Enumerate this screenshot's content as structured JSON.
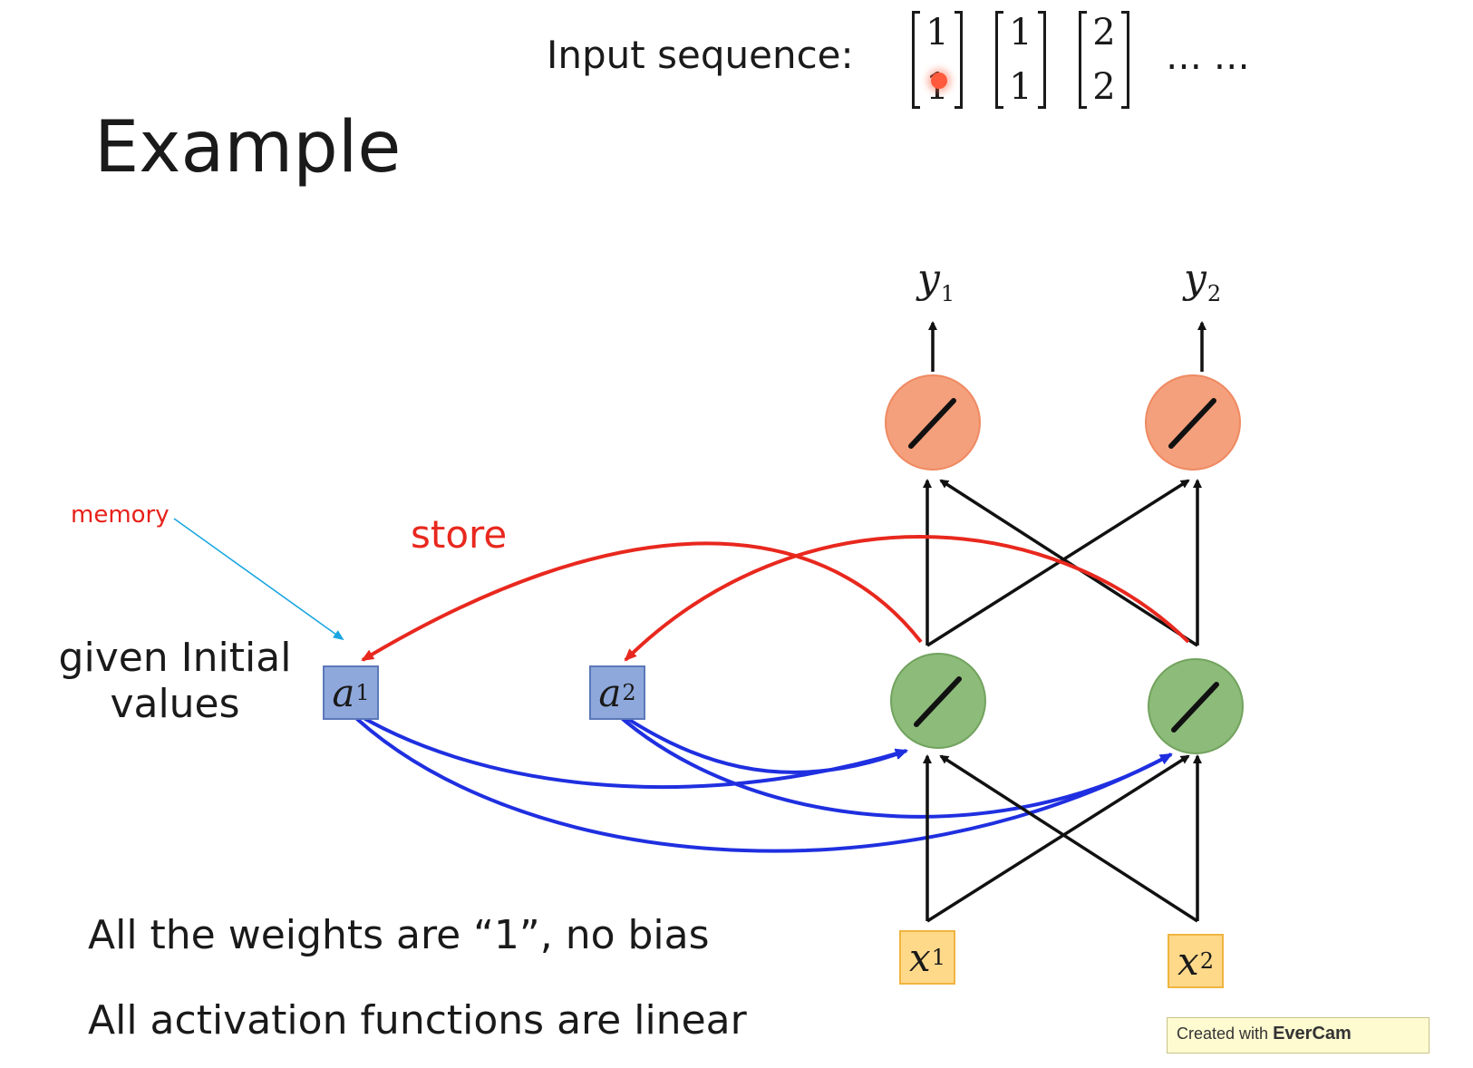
{
  "header": {
    "sequence_label": "Input sequence:",
    "vectors": [
      {
        "top": "1",
        "bottom": "1"
      },
      {
        "top": "1",
        "bottom": "1"
      },
      {
        "top": "2",
        "bottom": "2"
      }
    ],
    "ellipsis": "… …"
  },
  "title": "Example",
  "annotations": {
    "memory": "memory",
    "store": "store",
    "initial_line1": "given Initial",
    "initial_line2": "values"
  },
  "nodes": {
    "a1": {
      "symbol": "a",
      "sub": "1"
    },
    "a2": {
      "symbol": "a",
      "sub": "2"
    },
    "x1": {
      "symbol": "x",
      "sub": "1"
    },
    "x2": {
      "symbol": "x",
      "sub": "2"
    },
    "y1": {
      "symbol": "y",
      "sub": "1"
    },
    "y2": {
      "symbol": "y",
      "sub": "2"
    }
  },
  "notes": {
    "weights": "All the weights are “1”, no bias",
    "activation": "All activation functions are linear"
  },
  "footer": {
    "prefix": "Created with",
    "brand": "EverCam"
  },
  "colors": {
    "store_arrow": "#e8281e",
    "recurrent_arrow": "#1f2fe0",
    "memory_pointer": "#1aa6e0",
    "hidden_neuron": "#8dbb7a",
    "output_neuron": "#f4a07c",
    "memory_box": "#8fa8dc",
    "input_box": "#ffd98a"
  }
}
